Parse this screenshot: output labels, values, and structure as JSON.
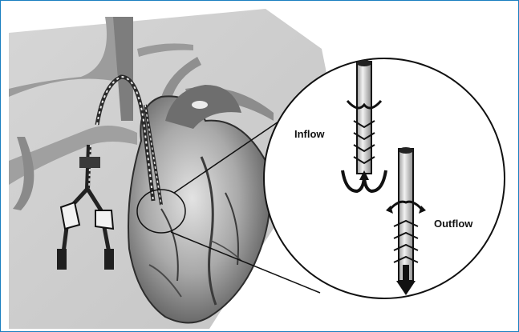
{
  "figure": {
    "labels": {
      "inflow": "Inflow",
      "outflow": "Outflow"
    },
    "colors": {
      "frame_border": "#1a7fc0",
      "panel_background": "#ffffff",
      "shading_dark": "#3a3a3a",
      "shading_mid": "#8a8a8a",
      "shading_light": "#d9d9d9",
      "ink": "#111111"
    },
    "icons": [
      "heart-illustration",
      "magnifier-circle",
      "cannula-tube",
      "flow-arrow"
    ]
  }
}
